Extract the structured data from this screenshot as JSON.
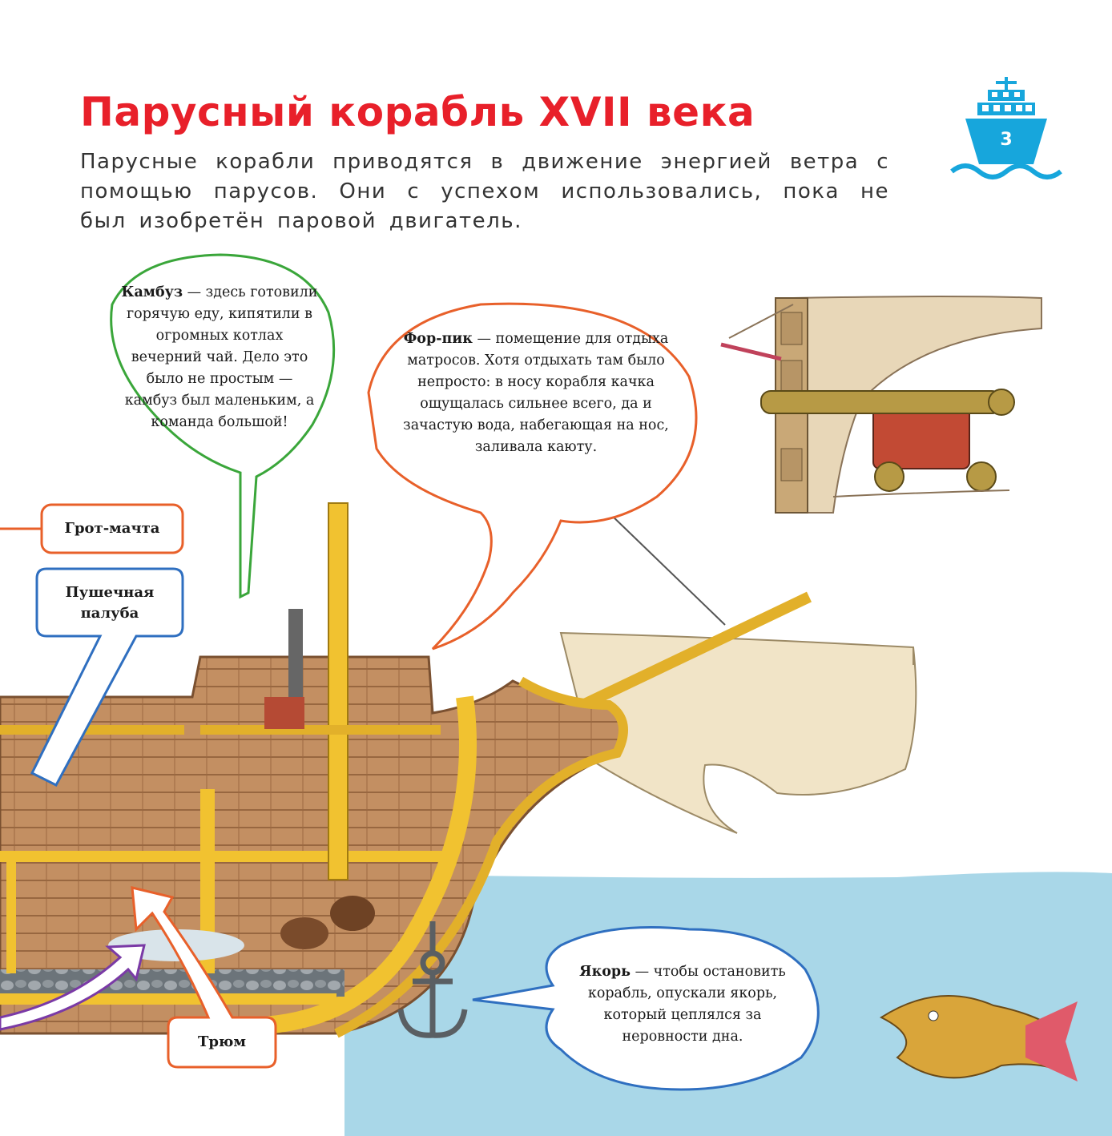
{
  "page": {
    "title": "Парусный корабль XVII века",
    "intro": "Парусные корабли приводятся в движение энергией ветра с помощью парусов. Они с успехом использовались, пока не был изобретён паровой двигатель.",
    "page_number": "3"
  },
  "callouts": {
    "kambuz": {
      "term": "Камбуз",
      "text": " — здесь готовили горячую еду, кипятили в огромных котлах вечерний чай. Дело это было не простым — камбуз был маленьким, а команда большой!"
    },
    "forpik": {
      "term": "Фор-пик",
      "text": " — помещение для отдыха матросов. Хотя отдыхать там было непросто: в носу корабля качка ощущалась сильнее всего, да и зачастую вода, набегающая на нос, заливала каюту."
    },
    "yakor": {
      "term": "Якорь",
      "text": " — чтобы остановить корабль, опускали якорь, который цеплялся за неровности дна."
    }
  },
  "labels": {
    "grot": "Грот-мачта",
    "pushka": "Пушечная палуба",
    "trum": "Трюм"
  },
  "colors": {
    "title_red": "#e8202a",
    "ship_icon_blue": "#17a6dc",
    "green_callout": "#3aa63a",
    "orange_callout": "#e8602a",
    "blue_callout": "#2f6fc0",
    "purple_arrow": "#7a3aa6",
    "sea": "#a9d7e8",
    "hull_yellow": "#f1c230",
    "wood": "#b98256",
    "sail": "#f1e4c7"
  },
  "icons": [
    "ship-badge-icon",
    "anchor-icon",
    "cannon-icon",
    "fish-icon"
  ]
}
